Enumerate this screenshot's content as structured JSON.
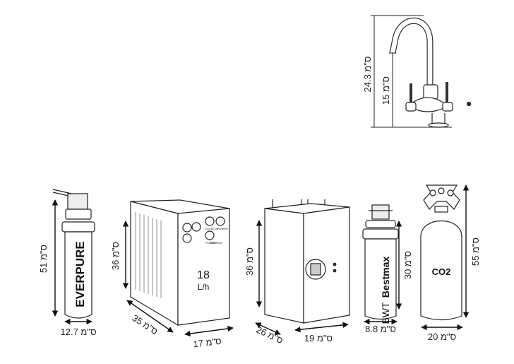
{
  "faucet": {
    "height_total": "24.3 ס\"מ",
    "height_spout": "15 ס\"מ"
  },
  "filter": {
    "height": "51 ס\"מ",
    "width": "12.7 ס\"מ",
    "brand": "EVERPURE"
  },
  "chiller": {
    "height": "36 ס\"מ",
    "depth": "35 ס\"מ",
    "width": "17 ס\"מ",
    "capacity_value": "18",
    "capacity_unit": "L/h",
    "panel_labels": [
      "COLD",
      "CO2",
      "POWER",
      "FLUSH",
      "SPARKLE"
    ]
  },
  "boiler": {
    "height": "36 ס\"מ",
    "depth": "26 ס\"מ",
    "width": "19 ס\"מ"
  },
  "bwt": {
    "height": "30 ס\"מ",
    "width": "8.8 ס\"מ",
    "brand": "BWT",
    "model": "Bestmax"
  },
  "co2": {
    "height": "55 ס\"מ",
    "width": "20 ס\"מ",
    "label": "CO2"
  }
}
